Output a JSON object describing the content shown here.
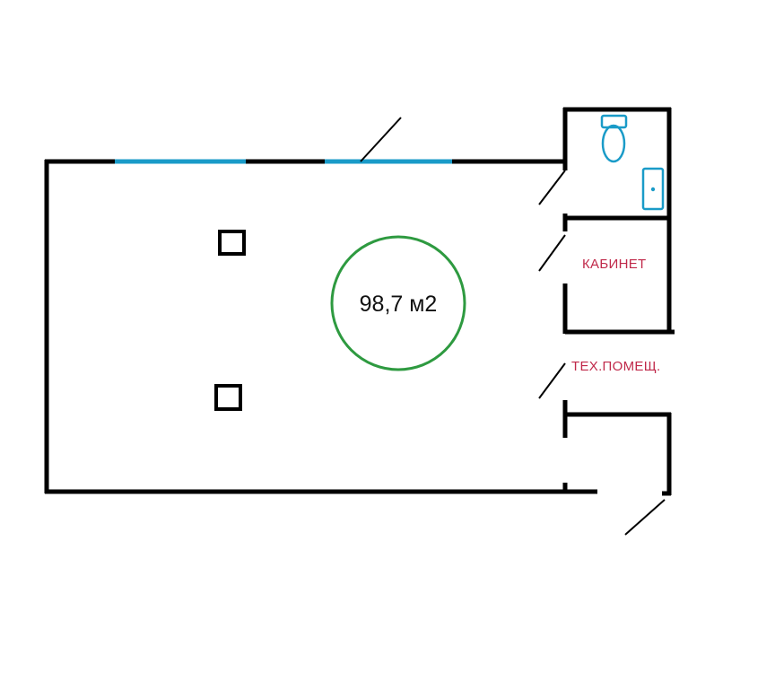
{
  "plan": {
    "area_label": "98,7 м2",
    "rooms": [
      {
        "name": "КАБИНЕТ"
      },
      {
        "name": "ТЕХ.ПОМЕЩ."
      }
    ],
    "icons": {
      "toilet": "toilet-icon",
      "sink": "sink-icon",
      "column": "column-icon"
    }
  },
  "colors": {
    "wall": "#000000",
    "window": "#1a9bc8",
    "area_circle": "#2e9a40",
    "room_text": "#c0294a",
    "fixture": "#1a9bc8"
  }
}
